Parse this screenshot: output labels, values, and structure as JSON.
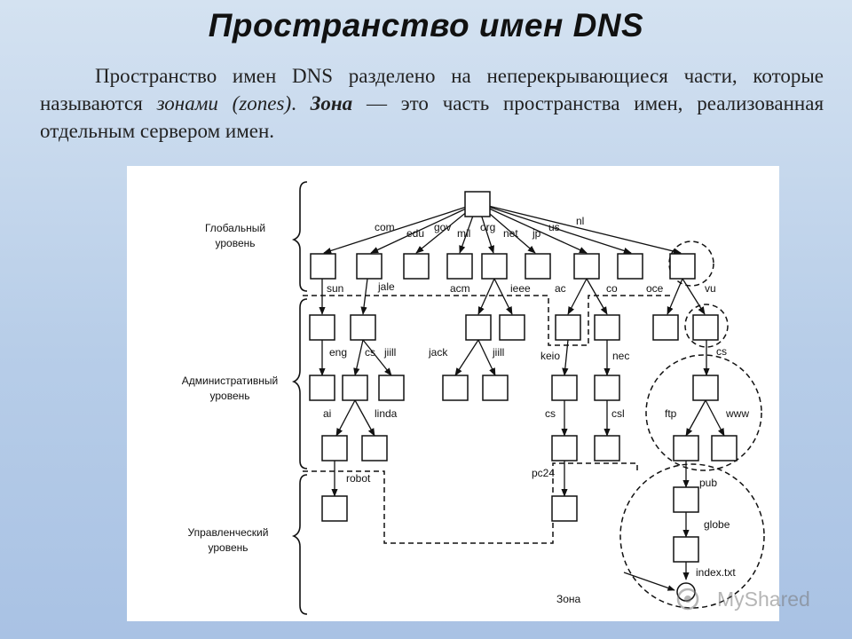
{
  "slide": {
    "title": "Пространство имен DNS",
    "paragraph": {
      "part1": "Пространство имен DNS разделено на неперекрывающиеся части, которые называются ",
      "zones_italic": "зонами (zones)",
      "part2": ". ",
      "zone_bold": "Зона",
      "part3": " — это часть пространства имен, реализованная отдельным сервером имен."
    }
  },
  "diagram": {
    "levels": {
      "global": [
        "Глобальный",
        "уровень"
      ],
      "admin": [
        "Административный",
        "уровень"
      ],
      "managerial": [
        "Управленческий",
        "уровень"
      ]
    },
    "zone_pointer_label": "Зона",
    "top_domains": [
      "com",
      "edu",
      "gov",
      "mil",
      "org",
      "net",
      "jp",
      "us",
      "nl"
    ],
    "second_level": [
      "sun",
      "jale",
      "acm",
      "ieee",
      "ac",
      "co",
      "oce",
      "vu"
    ],
    "third_level": [
      "eng",
      "cs",
      "jiill",
      "jack",
      "jiill",
      "keio",
      "nec",
      "cs"
    ],
    "fourth_level": [
      "ai",
      "linda",
      "cs",
      "csl",
      "ftp",
      "www"
    ],
    "leaf_labels": [
      "robot",
      "pc24",
      "pub",
      "globe",
      "index.txt"
    ]
  },
  "watermark": {
    "text": "MyShared"
  }
}
